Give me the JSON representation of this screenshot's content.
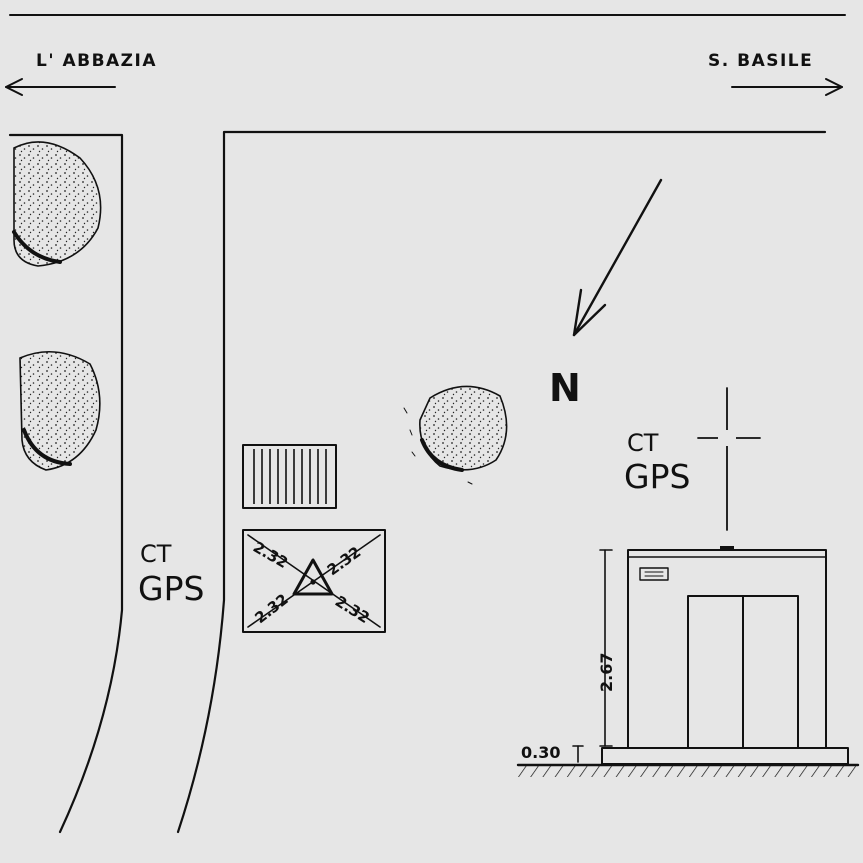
{
  "directions": {
    "left": "L' ABBAZIA",
    "right": "S. BASILE"
  },
  "north_label": "N",
  "station_road": {
    "code": "CT",
    "name": "GPS"
  },
  "station_building": {
    "code": "CT",
    "name": "GPS"
  },
  "benchmark_distances": [
    "2.32",
    "2.32",
    "2.32",
    "2.32"
  ],
  "building_height": "2.67",
  "base_height": "0.30",
  "colors": {
    "paper": "#e6e6e6",
    "ink": "#111111"
  }
}
